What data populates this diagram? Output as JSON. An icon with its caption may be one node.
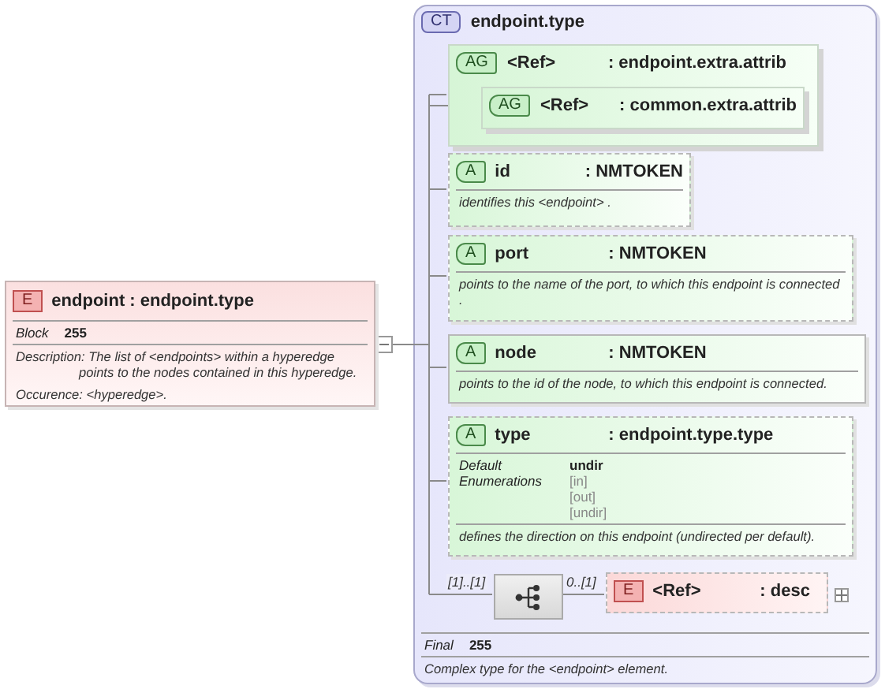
{
  "diagram": {
    "nodes": [
      {
        "text": [
          "E",
          "endpoint : endpoint.type",
          "Block",
          "255",
          "Description: The list of <endpoints> within a hyperedge points to the nodes contained in this hyperedge.",
          "Occurence: <hyperedge>."
        ]
      },
      {
        "text": [
          "CT",
          "endpoint.type",
          "Final",
          "255",
          "Complex type for the <endpoint> element."
        ]
      },
      {
        "text": [
          "AG",
          "<Ref>",
          ": endpoint.extra.attrib"
        ],
        "in": 1
      },
      {
        "text": [
          "AG",
          "<Ref>",
          ": common.extra.attrib"
        ],
        "in": 2
      },
      {
        "text": [
          "A",
          "id",
          ": NMTOKEN",
          "identifies this <endpoint> ."
        ],
        "in": 1
      },
      {
        "text": [
          "A",
          "port",
          ": NMTOKEN",
          "points to the name of the port, to which this endpoint is connected ."
        ],
        "in": 1
      },
      {
        "text": [
          "A",
          "node",
          ": NMTOKEN",
          "points to the id of the node, to which this endpoint is connected."
        ],
        "in": 1
      },
      {
        "text": [
          "A",
          "type",
          ": endpoint.type.type",
          "Default",
          "undir",
          "Enumerations",
          "[in]",
          "[out]",
          "[undir]",
          "defines the direction on this endpoint (undirected per default)."
        ],
        "in": 1
      },
      {
        "text": [],
        "shape": "box",
        "in": 1
      },
      {
        "text": [
          "E",
          "<Ref>",
          ": desc"
        ],
        "in": 1
      }
    ],
    "edges": [
      {
        "from": 0,
        "to": 1,
        "arrow": "other"
      },
      {
        "from": 8,
        "to": 9,
        "arrow": "none",
        "label": "0..[1]"
      }
    ],
    "labels": [
      "[1]..[1]"
    ]
  }
}
